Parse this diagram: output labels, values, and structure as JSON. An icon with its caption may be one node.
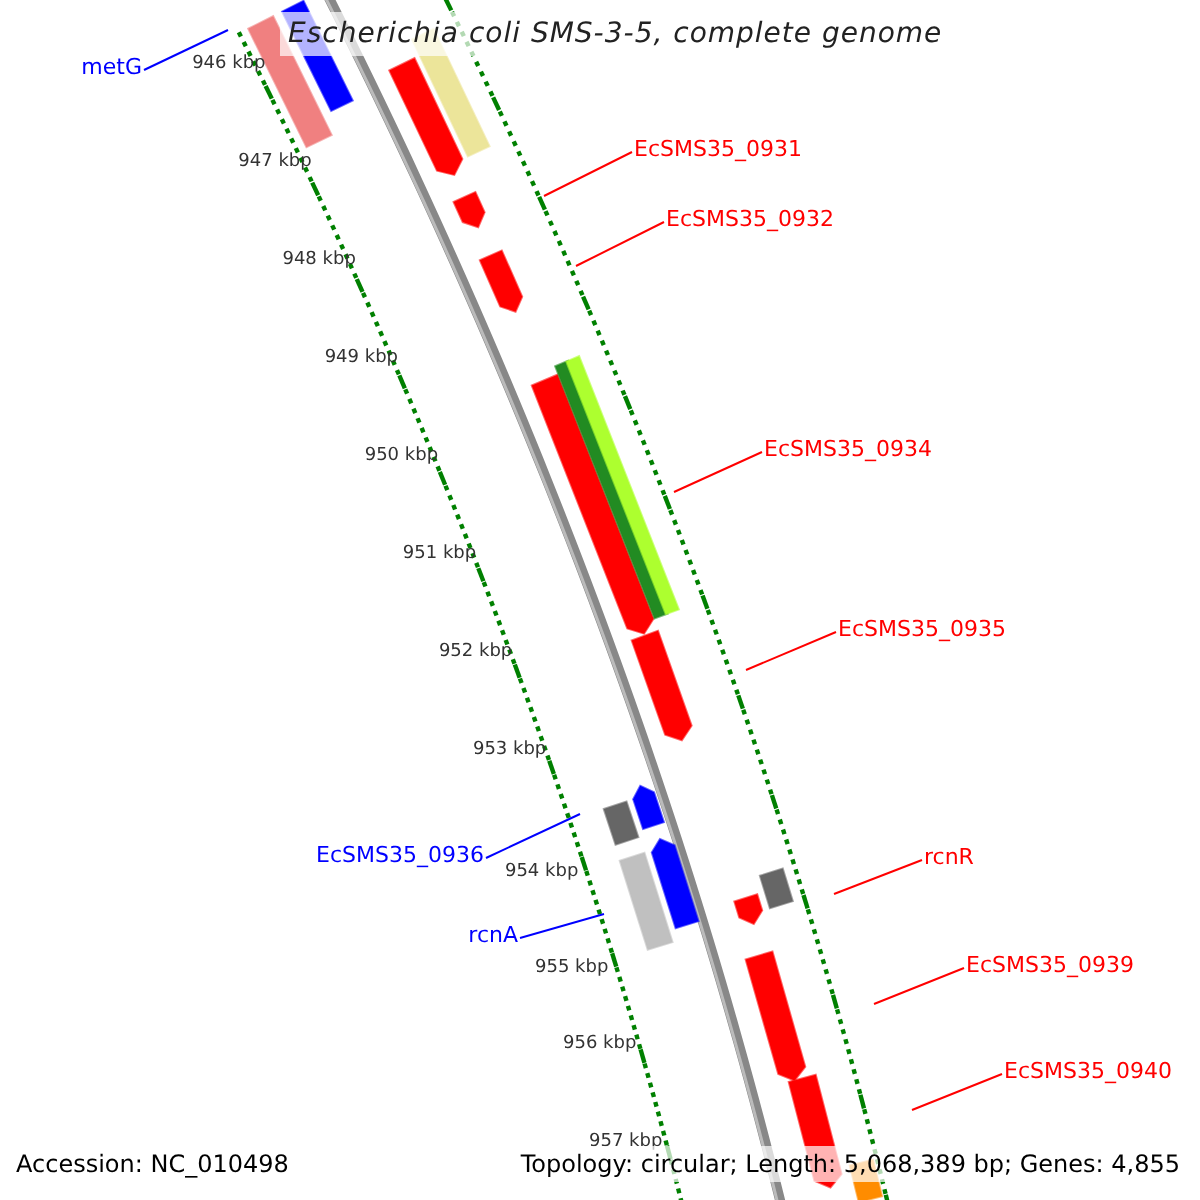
{
  "diagram": {
    "title": "Escherichia coli SMS-3-5, complete genome",
    "nodes": [
      {
        "text": [
          "metG"
        ]
      },
      {
        "text": [
          "EcSMS35_0931"
        ]
      },
      {
        "text": [
          "EcSMS35_0932"
        ]
      },
      {
        "text": [
          "EcSMS35_0934"
        ]
      },
      {
        "text": [
          "EcSMS35_0935"
        ]
      },
      {
        "text": [
          "EcSMS35_0936"
        ]
      },
      {
        "text": [
          "rcnA"
        ]
      },
      {
        "text": [
          "rcnR"
        ]
      },
      {
        "text": [
          "EcSMS35_0939"
        ]
      },
      {
        "text": [
          "EcSMS35_0940"
        ]
      }
    ],
    "edges": [
      {
        "from": 0,
        "to": null,
        "arrow": "none",
        "color": "#0000ff"
      },
      {
        "from": 1,
        "to": null,
        "arrow": "none"
      },
      {
        "from": 2,
        "to": null,
        "arrow": "none"
      },
      {
        "from": 3,
        "to": null,
        "arrow": "none"
      },
      {
        "from": 4,
        "to": null,
        "arrow": "none"
      },
      {
        "from": 5,
        "to": null,
        "arrow": "none",
        "color": "#0000ff"
      },
      {
        "from": 6,
        "to": null,
        "arrow": "none",
        "color": "#0000ff"
      },
      {
        "from": 7,
        "to": null,
        "arrow": "none"
      },
      {
        "from": 8,
        "to": null,
        "arrow": "none"
      },
      {
        "from": 9,
        "to": null,
        "arrow": "none"
      }
    ],
    "labels": [
      "946 kbp",
      "947 kbp",
      "948 kbp",
      "949 kbp",
      "950 kbp",
      "951 kbp",
      "952 kbp",
      "953 kbp",
      "954 kbp",
      "955 kbp",
      "956 kbp",
      "957 kbp",
      "Accession: NC_010498",
      "Topology: circular; Length: 5,068,389 bp; Genes: 4,855"
    ]
  }
}
